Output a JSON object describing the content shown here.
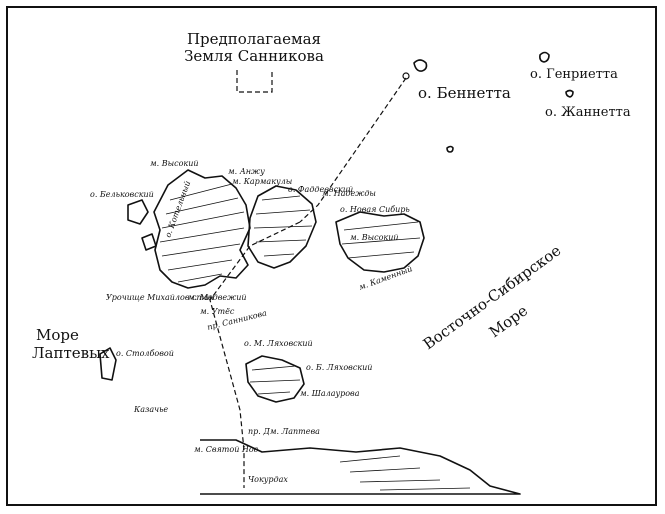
{
  "map": {
    "labels": {
      "sannikov_land": [
        "Предполагаемая",
        "Земля Санникова"
      ],
      "bennett": "о. Беннетта",
      "henrietta": "о. Генриетта",
      "jeannette": "о. Жаннетта",
      "laptev_sea": [
        "Море",
        "Лаптевых"
      ],
      "east_siberian_sea": [
        "Восточно-Сибирское",
        "Море"
      ]
    },
    "place_labels": [
      "м. Анжу",
      "м. Высокий",
      "м. Кармакулы",
      "о. Бельковский",
      "м. Надежды",
      "о. Котельный",
      "м. Медвежий",
      "Урочище Михайлов стан",
      "о. Новая Сибирь",
      "м. Высокий",
      "о. Фаддеевский",
      "м. Каменный",
      "м. Утёс",
      "о. Столбовой",
      "пр. Санникова",
      "о. М. Ляховский",
      "о. Б. Ляховский",
      "пр. Дм. Лаптева",
      "м. Святой Нос",
      "м. Шалаурова",
      "Казачье",
      "Чокурдах"
    ]
  }
}
